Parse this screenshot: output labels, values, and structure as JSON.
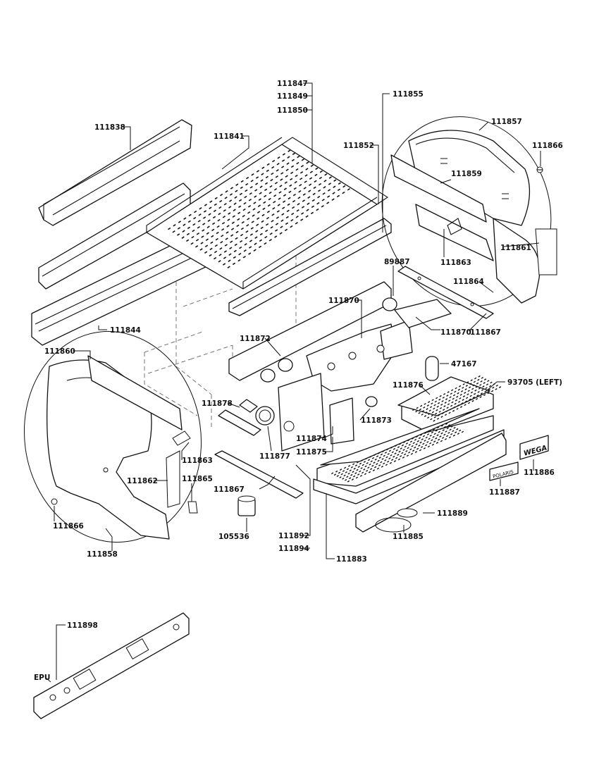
{
  "diagram": {
    "labels": {
      "p111847": "111847",
      "p111849": "111849",
      "p111850": "111850",
      "p111855": "111855",
      "p111838": "111838",
      "p111841": "111841",
      "p111852": "111852",
      "p111857": "111857",
      "p111866_top": "111866",
      "p111859": "111859",
      "p111861": "111861",
      "p111863_top": "111863",
      "p111864": "111864",
      "p89887": "89887",
      "p111870_a": "111870",
      "p111870_b": "111870",
      "p111867_top": "111867",
      "p111844": "111844",
      "p111860": "111860",
      "p111872": "111872",
      "p47167": "47167",
      "p93705": "93705 (LEFT)",
      "p111876": "111876",
      "p111878": "111878",
      "p111873": "111873",
      "p111874": "111874",
      "p111875": "111875",
      "p111877": "111877",
      "p111863_bot": "111863",
      "p111862": "111862",
      "p111865": "111865",
      "p111867_bot": "111867",
      "p111866_bot": "111866",
      "p105536": "105536",
      "p111858": "111858",
      "p111892": "111892",
      "p111894": "111894",
      "p111883": "111883",
      "p111889": "111889",
      "p111885": "111885",
      "p111887": "111887",
      "p111886": "111886",
      "p111898": "111898",
      "epu": "EPU"
    },
    "logos": {
      "wega": "WEGA",
      "polaris": "POLARIS"
    }
  }
}
